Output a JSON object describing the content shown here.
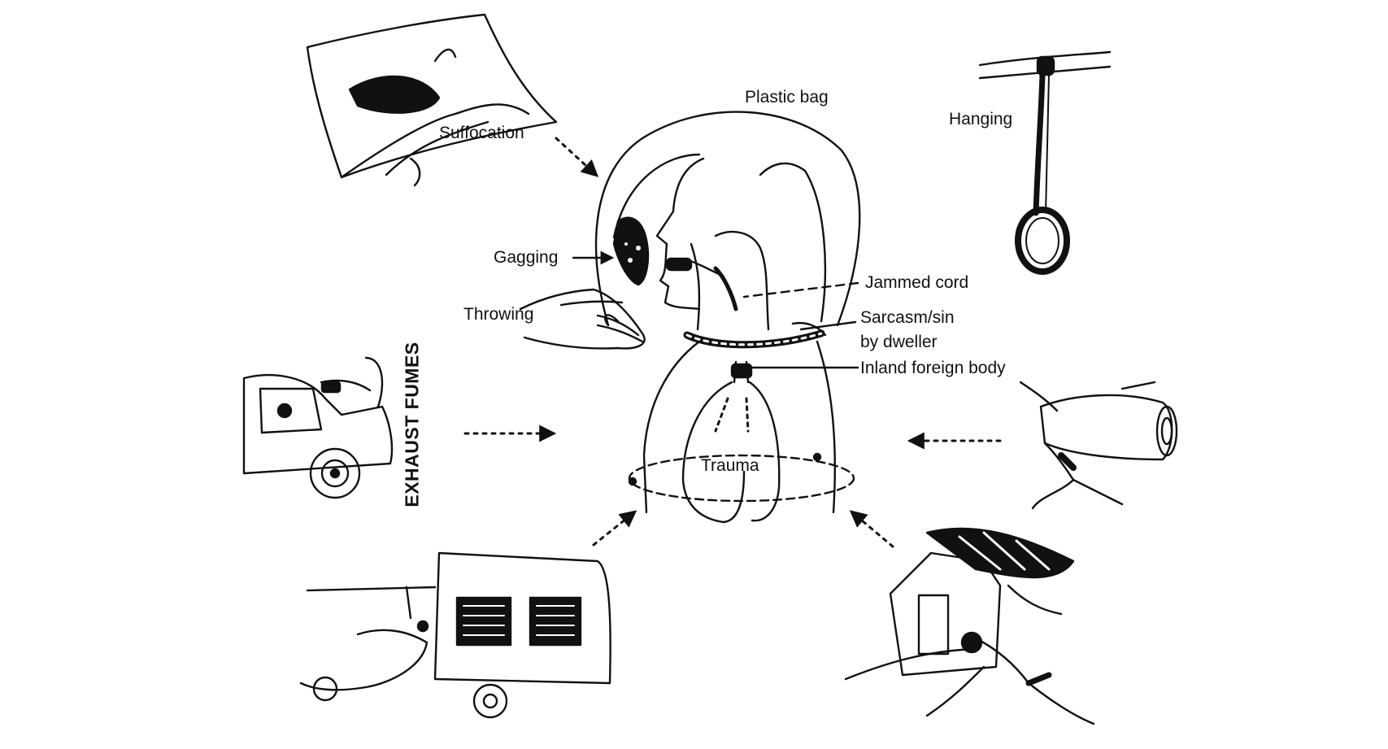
{
  "labels": {
    "plastic_bag": "Plastic bag",
    "hanging": "Hanging",
    "suffocation": "Suffocation",
    "gagging": "Gagging",
    "jammed_cord": "Jammed cord",
    "throwing": "Throwing",
    "sarcasm_line1": "Sarcasm/sin",
    "sarcasm_line2": "by dweller",
    "inland_foreign_body": "Inland foreign body",
    "exhaust_fumes": "EXHAUST FUMES",
    "trauma": "Trauma"
  },
  "colors": {
    "ink": "#111111",
    "background": "#ffffff"
  }
}
